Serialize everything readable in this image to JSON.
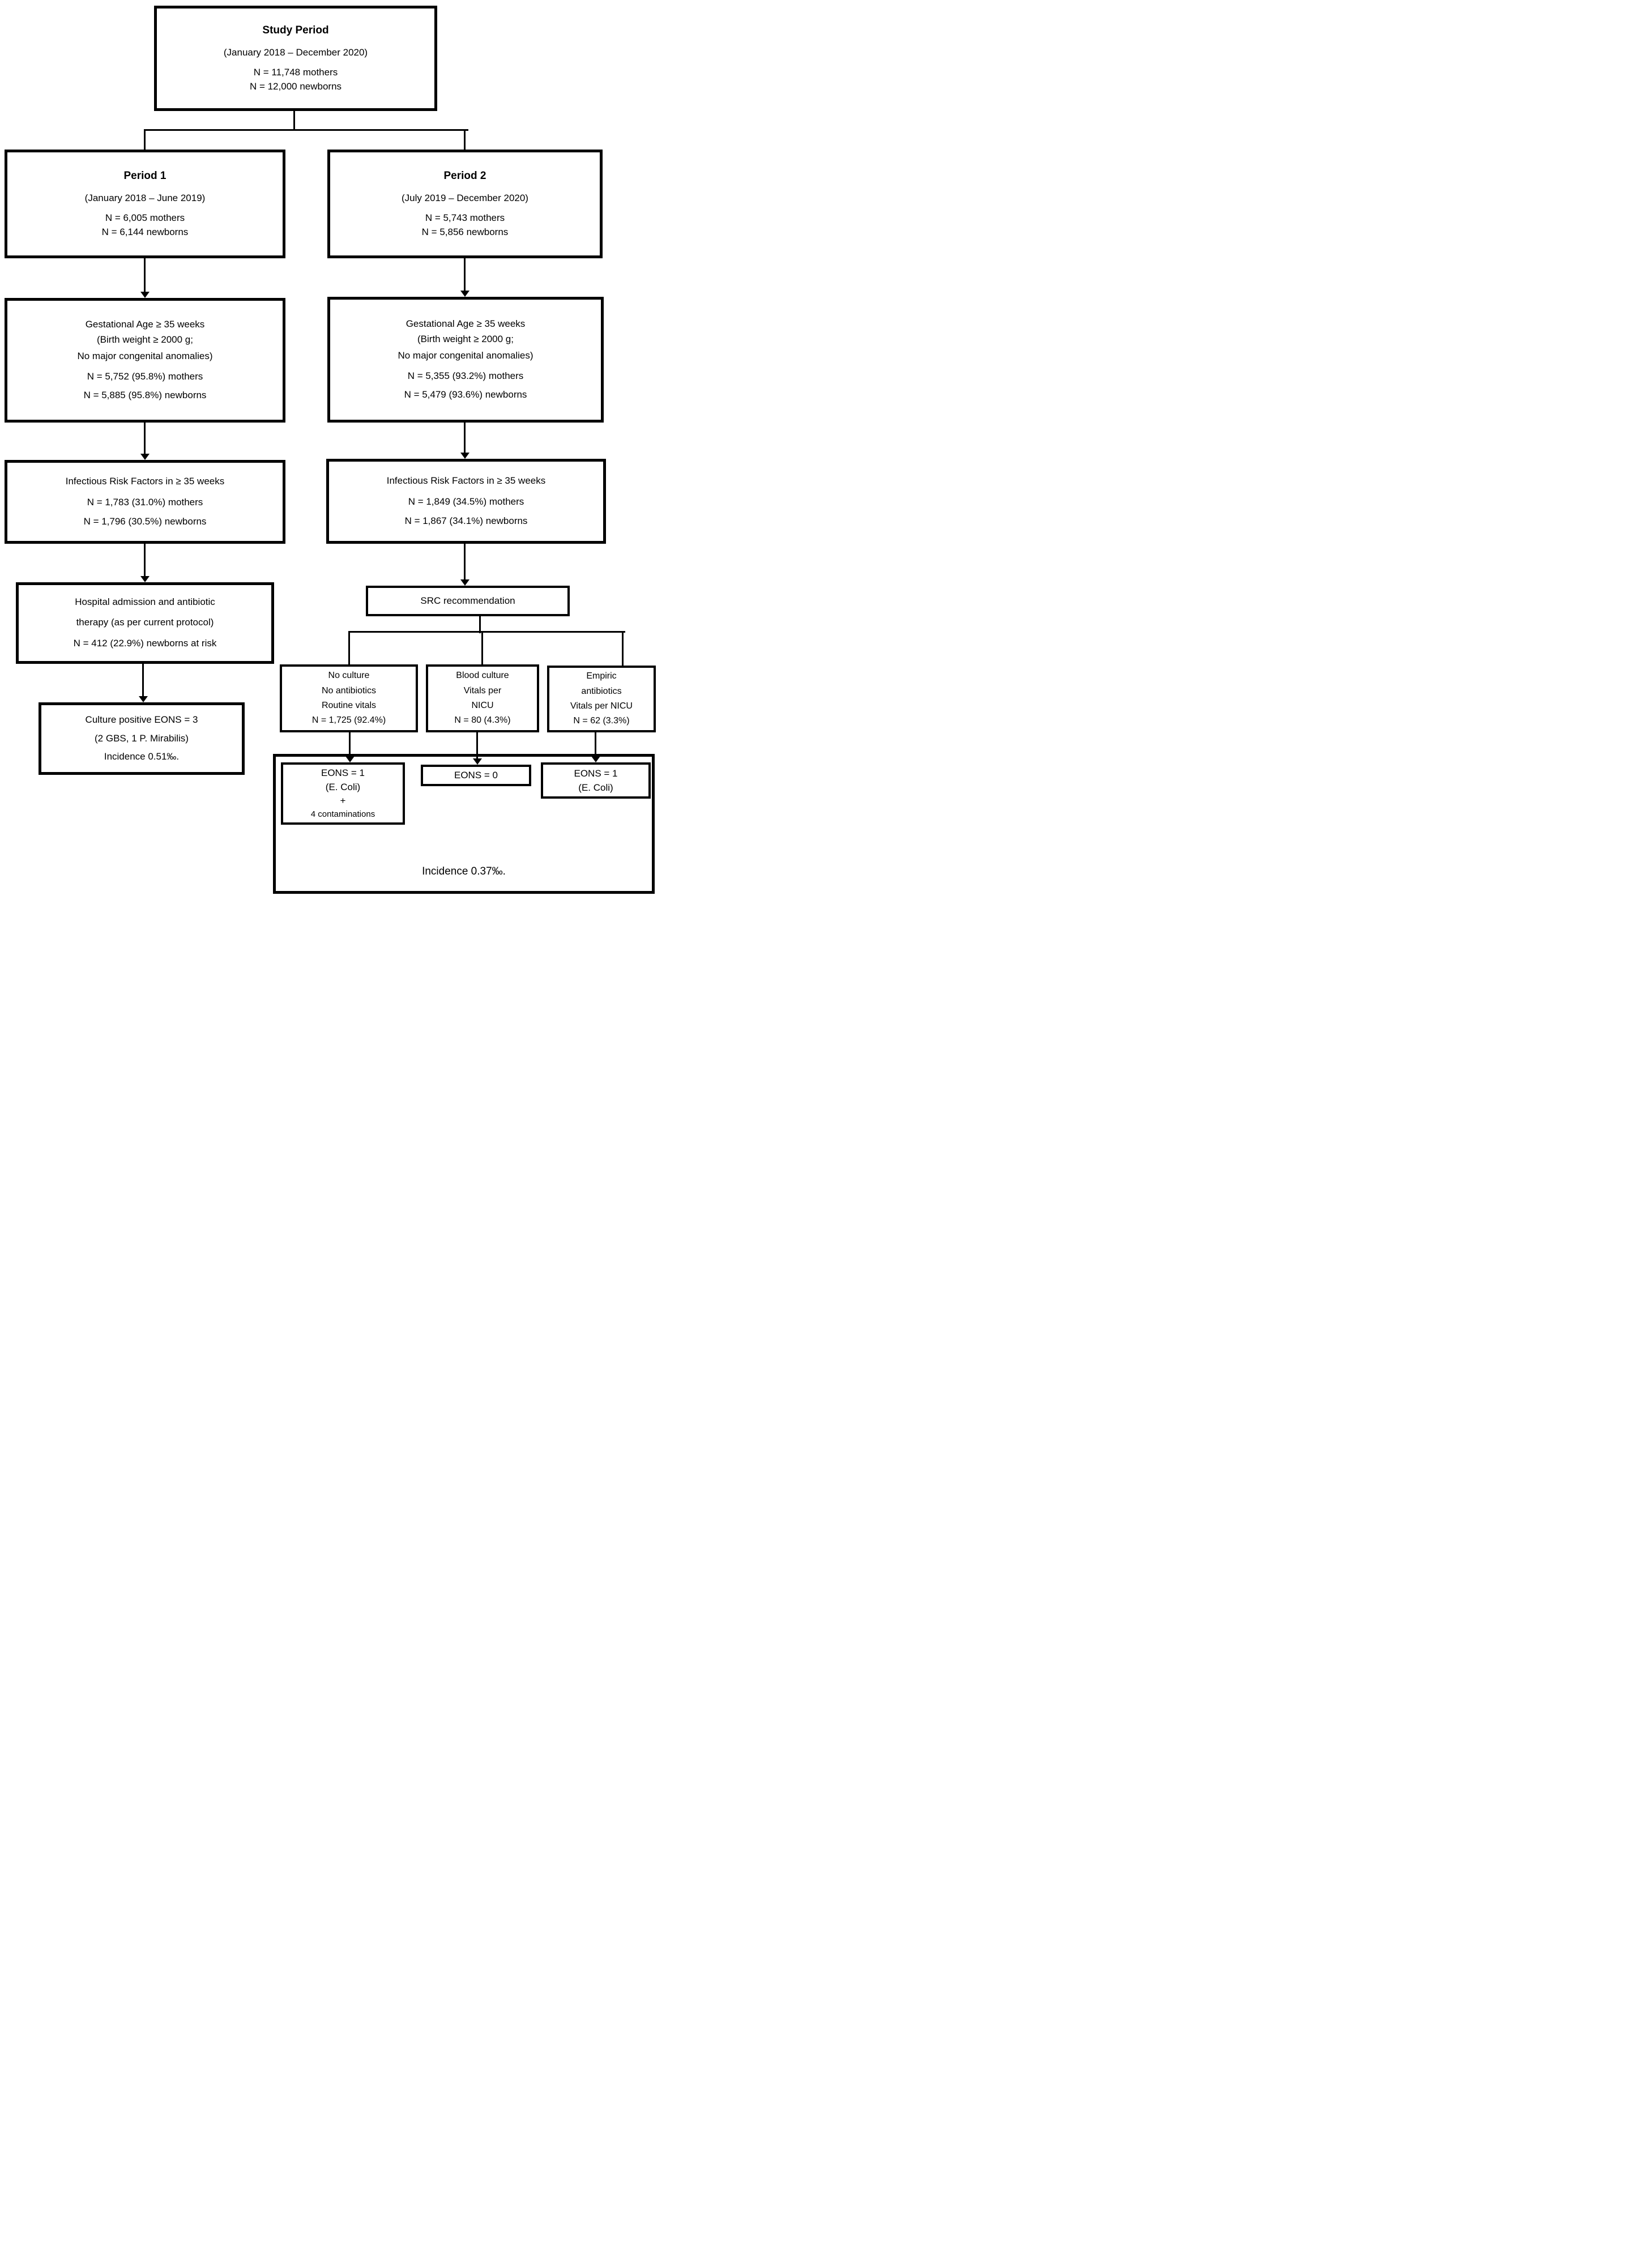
{
  "colors": {
    "stroke": "#000000",
    "background": "#ffffff"
  },
  "boxes": {
    "study_period": {
      "title": "Study Period",
      "lines": [
        "(January 2018 – December 2020)",
        "N = 11,748 mothers",
        "N = 12,000 newborns"
      ]
    },
    "period1": {
      "title": "Period 1",
      "lines": [
        "(January 2018 – June 2019)",
        "N = 6,005 mothers",
        "N = 6,144 newborns"
      ]
    },
    "period2": {
      "title": "Period 2",
      "lines": [
        "(July 2019 – December 2020)",
        "N = 5,743 mothers",
        "N = 5,856 newborns"
      ]
    },
    "gestational1": {
      "lines": [
        "Gestational Age ≥ 35 weeks",
        "(Birth weight ≥ 2000 g;",
        "No major congenital anomalies)",
        "N = 5,752 (95.8%) mothers",
        "N = 5,885 (95.8%) newborns"
      ]
    },
    "gestational2": {
      "lines": [
        "Gestational Age ≥ 35 weeks",
        "(Birth weight ≥ 2000 g;",
        "No major congenital anomalies)",
        "N = 5,355 (93.2%) mothers",
        "N = 5,479 (93.6%) newborns"
      ]
    },
    "infectious1": {
      "lines": [
        "Infectious Risk Factors in ≥ 35 weeks",
        "N = 1,783 (31.0%) mothers",
        "N = 1,796 (30.5%) newborns"
      ]
    },
    "infectious2": {
      "lines": [
        "Infectious Risk Factors in ≥ 35 weeks",
        "N = 1,849 (34.5%) mothers",
        "N = 1,867 (34.1%) newborns"
      ]
    },
    "hospital": {
      "lines": [
        "Hospital admission and antibiotic",
        "therapy (as per current protocol)",
        "N = 412 (22.9%) newborns at risk"
      ]
    },
    "src": {
      "lines": [
        "SRC recommendation"
      ]
    },
    "no_culture": {
      "lines": [
        "No culture",
        "No antibiotics",
        "Routine vitals",
        "N = 1,725 (92.4%)"
      ]
    },
    "blood_culture": {
      "lines": [
        "Blood culture",
        "Vitals per",
        "NICU",
        "N = 80 (4.3%)"
      ]
    },
    "empiric_antibiotics": {
      "lines": [
        "Empiric",
        "antibiotics",
        "Vitals per NICU",
        "N = 62 (3.3%)"
      ]
    },
    "culture_positive": {
      "lines": [
        "Culture positive EONS = 3",
        "(2 GBS, 1 P. Mirabilis)",
        "Incidence 0.51‰."
      ]
    },
    "eons_no_culture": {
      "lines": [
        "EONS = 1",
        "(E. Coli)",
        "+",
        "4 contaminations"
      ]
    },
    "eons_blood_culture": {
      "lines": [
        "EONS = 0"
      ]
    },
    "eons_empiric": {
      "lines": [
        "EONS = 1",
        "(E. Coli)"
      ]
    },
    "period2_outcome": {
      "incidence": "Incidence 0.37‰."
    }
  }
}
